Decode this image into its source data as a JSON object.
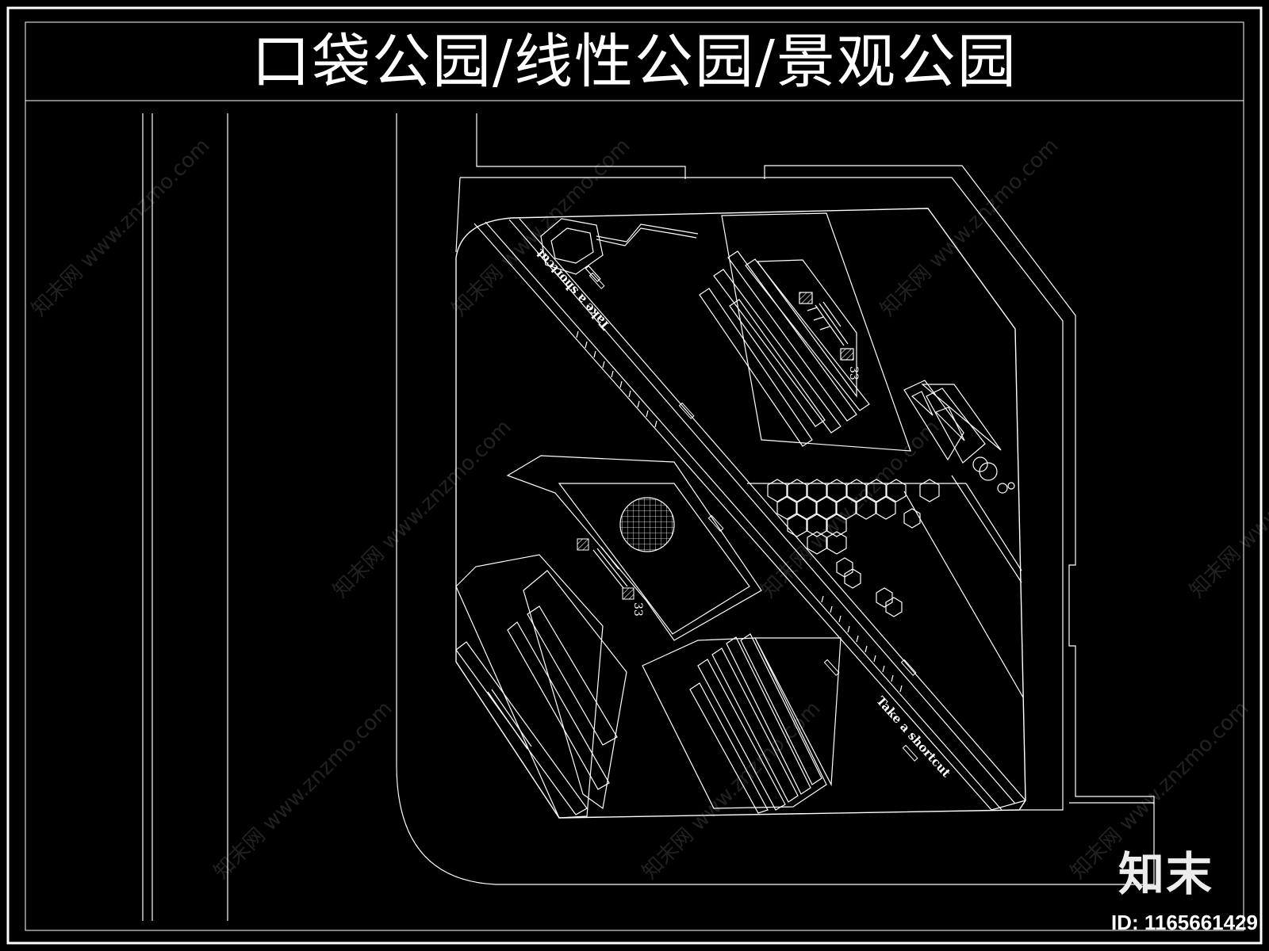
{
  "title": "口袋公园/线性公园/景观公园",
  "path_labels": [
    "Take a shortcut",
    "Take a shortcut"
  ],
  "watermark": "知末网 www.znzmo.com",
  "logo_text": "知末",
  "id_text": "ID: 1165661429",
  "colors": {
    "background": "#000000",
    "line": "#ffffff",
    "text": "#ffffff"
  }
}
